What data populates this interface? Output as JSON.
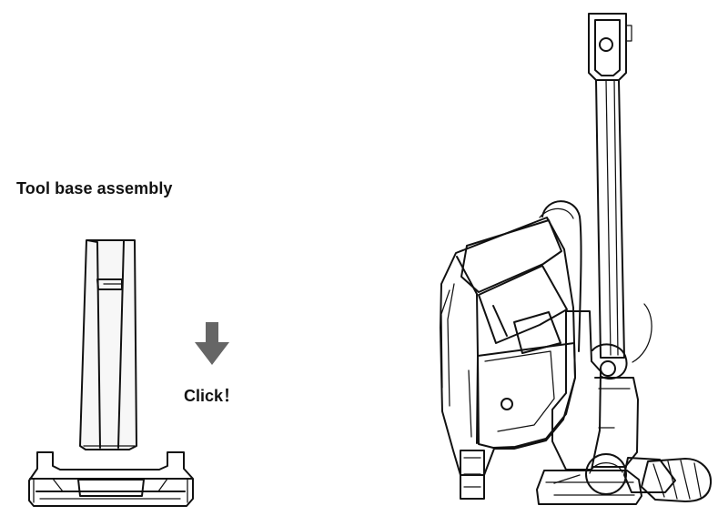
{
  "document": {
    "title": "Tool base assembly",
    "action_text": "Click！"
  },
  "illustrations": {
    "tool_base": "tool-base-illustration",
    "down_arrow": "down-arrow-icon",
    "vacuum": "stick-vacuum-illustration"
  }
}
